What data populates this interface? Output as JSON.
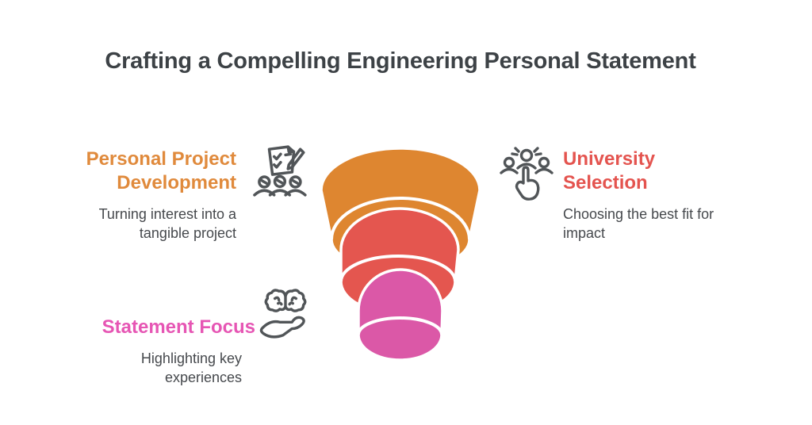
{
  "title": "Crafting a Compelling Engineering Personal Statement",
  "sections": {
    "personal_project": {
      "heading": "Personal Project\nDevelopment",
      "description": "Turning interest into a\ntangible project",
      "icon": "checklist-people-icon",
      "accent_color": "#e08a3c"
    },
    "university_selection": {
      "heading": "University\nSelection",
      "description": "Choosing the best fit for\nimpact",
      "icon": "group-select-icon",
      "accent_color": "#e4544f"
    },
    "statement_focus": {
      "heading": "Statement Focus",
      "description": "Highlighting key\nexperiences",
      "icon": "brain-hand-icon",
      "accent_color": "#e656b4"
    }
  },
  "funnel": {
    "type": "funnel",
    "levels": [
      {
        "rank": 1,
        "label": "Personal Project Development",
        "color": "#de8630"
      },
      {
        "rank": 2,
        "label": "University Selection",
        "color": "#e4564f"
      },
      {
        "rank": 3,
        "label": "Statement Focus",
        "color": "#db58a7"
      }
    ]
  },
  "colors": {
    "background": "#ffffff",
    "title_text": "#3d4246",
    "body_text": "#46494d",
    "icon_gray": "#515558",
    "funnel_orange": "#de8630",
    "funnel_red": "#e4564f",
    "funnel_pink": "#db58a7"
  }
}
